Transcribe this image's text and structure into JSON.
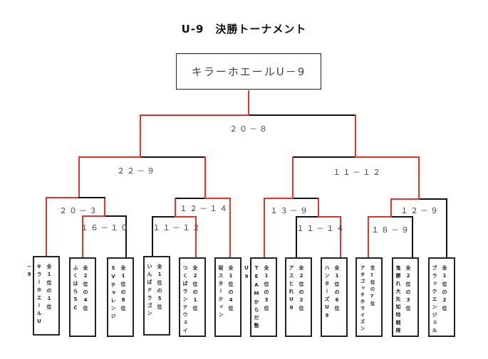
{
  "title": "U-9　決勝トーナメント",
  "champion": "キラーホエールU－9",
  "colors": {
    "winner_line": "#e8312f",
    "line": "#111111"
  },
  "matches": {
    "final": "２０－８",
    "semi_left": "２２－９",
    "semi_right": "１１－１２",
    "qf_left_a": "２０－３",
    "r1_left_a": "１６－１０",
    "qf_left_b": "１２－１４",
    "r1_left_b": "１１－１２",
    "qf_right_a": "１３－９",
    "r1_right_a": "１１－１４",
    "qf_right_b": "１２－９",
    "r1_right_b": "１８－９"
  },
  "teams": [
    {
      "seed": "全1位の1位",
      "name": "キラーホエールU－9"
    },
    {
      "seed": "全2位の4位",
      "name": "ふくはらSC"
    },
    {
      "seed": "全1位の8位",
      "name": "SVチャレンジ"
    },
    {
      "seed": "全1位の5位",
      "name": "いんばドラゴン"
    },
    {
      "seed": "全2位の1位",
      "name": "つくばランナウェイ"
    },
    {
      "seed": "全1位の4位",
      "name": "桜スターティン"
    },
    {
      "seed": "全1位の3位",
      "name": "TEAMからだ塾U9"
    },
    {
      "seed": "全2位の2位",
      "name": "アスとれU9"
    },
    {
      "seed": "全1位の6位",
      "name": "ハンターズU9"
    },
    {
      "seed": "全1位の7位",
      "name": "アタゴッチホライズン"
    },
    {
      "seed": "全2位の3位",
      "name": "鬼勝れ大矢知特戦隊"
    },
    {
      "seed": "全1位の2位",
      "name": "ブラックエンジェル"
    }
  ]
}
